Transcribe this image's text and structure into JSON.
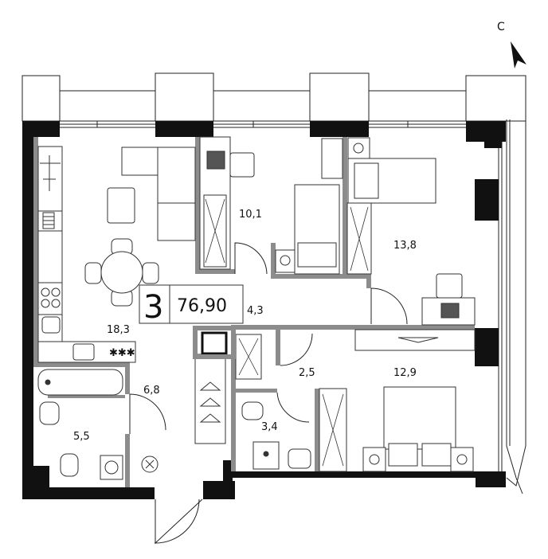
{
  "compass": {
    "label": "С"
  },
  "summary": {
    "rooms": "3",
    "area": "76,90"
  },
  "rooms": [
    {
      "id": "living",
      "area": "18,3"
    },
    {
      "id": "bedroom-small",
      "area": "10,1"
    },
    {
      "id": "bedroom-big",
      "area": "13,8"
    },
    {
      "id": "bedroom-south",
      "area": "12,9"
    },
    {
      "id": "hall",
      "area": "4,3"
    },
    {
      "id": "corridor",
      "area": "2,5"
    },
    {
      "id": "entry",
      "area": "6,8"
    },
    {
      "id": "bathroom",
      "area": "5,5"
    },
    {
      "id": "wc",
      "area": "3,4"
    }
  ],
  "colors": {
    "wall": "#111111",
    "partition": "#8c8c8c",
    "line": "#222222"
  }
}
